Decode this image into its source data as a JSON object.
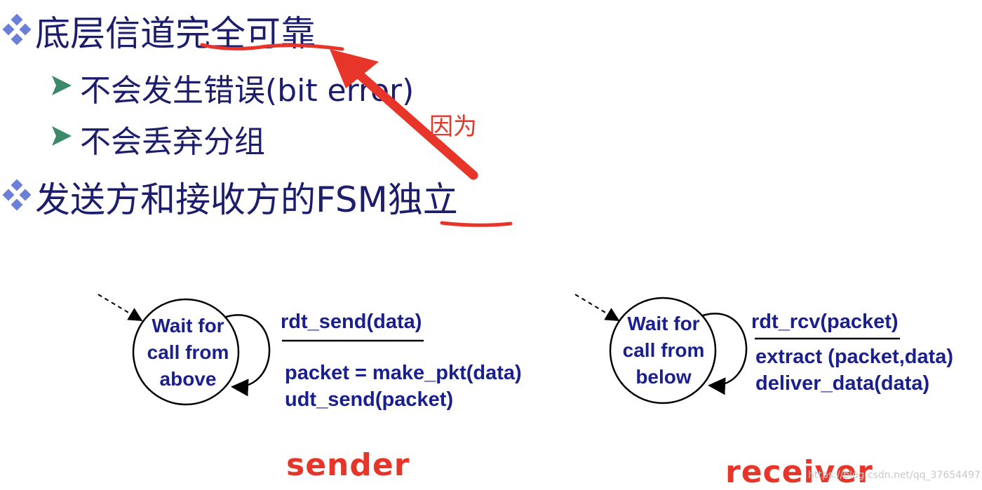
{
  "slide": {
    "bullets": [
      {
        "text": "底层信道完全可靠",
        "level": 1,
        "icon": "diamond-icon"
      },
      {
        "text": "不会发生错误(bit error)",
        "level": 2,
        "icon": "arrow-icon"
      },
      {
        "text": "不会丢弃分组",
        "level": 2,
        "icon": "arrow-icon"
      },
      {
        "text": "发送方和接收方的FSM独立",
        "level": 1,
        "icon": "diamond-icon"
      }
    ],
    "annotation": "因为",
    "annotation_color": "#e8352a"
  },
  "sender": {
    "state": [
      "Wait for",
      "call from",
      "above"
    ],
    "event": "rdt_send(data)",
    "actions": [
      "packet = make_pkt(data)",
      "udt_send(packet)"
    ],
    "label": "sender"
  },
  "receiver": {
    "state": [
      "Wait for",
      "call from",
      "below"
    ],
    "event": "rdt_rcv(packet)",
    "actions": [
      "extract (packet,data)",
      "deliver_data(data)"
    ],
    "label": "receiver"
  },
  "watermark": "https://blog.csdn.net/qq_37654497",
  "colors": {
    "text": "#1d1d6e",
    "fsm": "#1a1f8f",
    "annotation": "#e8352a",
    "diamond": "#6b7fd8"
  }
}
